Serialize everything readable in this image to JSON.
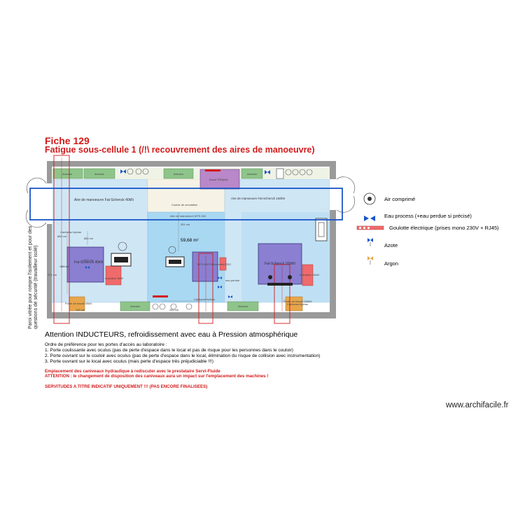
{
  "header": {
    "title": "Fiche 129",
    "subtitle": "Fatigue sous-cellule 1 (/!\\ recouvrement des aires de manoeuvre)"
  },
  "plan": {
    "zone_left": "Aire de manoeuvre Fat-Schenck 40kN",
    "zone_right": "Aire de manoeuvre Fat-Schenck 160kN",
    "corridor": "Couloir de circulation",
    "zone_mts": "Aire de manoeuvre MTS 810",
    "area": "59,68 m²",
    "machine_left": "Fat-Schenck 40kN",
    "machine_center": "MTS 810 Pétrochimie/CDC",
    "machine_right": "Fat-Schenck 160kN",
    "machine_top": "Essai TRD(kN)",
    "armoires": [
      "Armoire",
      "Armoire",
      "Armoire",
      "Armoire",
      "Armoire",
      "Armoire"
    ],
    "caniveau_left": "Caniveau hydrau",
    "caniveau_center": "Caniveau hydrau",
    "caniveau_right": "Caniveau hydrau",
    "inducteur_left": "Inducteur 5kW",
    "inducteur_right": "Inducteur 10kW",
    "poste_left": "Poste de travail 40kN",
    "poste_right": "Poste de travail 160kN",
    "eau_perdue": "eau perdue",
    "side_note": "Paroi vitrée pour rompre l'isolement et pour des questions de sécurité (travailleur isolé)",
    "dims": [
      "880 cm",
      "880 cm",
      "380 cm",
      "351 cm",
      "250 cm",
      "971 cm",
      "1100 cm",
      "145 cm"
    ]
  },
  "legend": {
    "items": [
      {
        "label": "Air comprimé",
        "icon": "air-comprime-icon"
      },
      {
        "label": "Eau process (+eau perdue si précisé)",
        "icon": "eau-process-icon"
      },
      {
        "label": "Goulotte électrique (prises mono 230V + RJ45)",
        "icon": "goulotte-icon"
      },
      {
        "label": "Azote",
        "icon": "azote-icon"
      },
      {
        "label": "Argon",
        "icon": "argon-icon"
      }
    ]
  },
  "notes": {
    "heading": "Attention INDUCTEURS, refroidissement avec eau à Pression atmosphérique",
    "lines": [
      "Ordre de préférence pour les portes d'accès au laboratoire :",
      "1. Porte coulissante avec oculus (pas de perte d'espace dans le local et pas de risque pour les personnes dans le couloir)",
      "2. Porte ouvrant sur le couloir avec oculus (pas de perte d'espace dans le local, élimination du risque de collision avec instrumentation)",
      "3. Porte ouvrant sur le local avec oculus (mais perte d'espace très préjudiciable !!!)"
    ],
    "warning1": "Emplacement des caniveaux hydraulique à rediscuter avec le prestataire Servi-Fluide",
    "warning2": "ATTENTION : le changement de disposition des caniveaux aura un impact sur l'emplacement des machines !",
    "servitudes": "SERVITUDES A TITRE INDICATIF UNIQUEMENT !!! (PAS ENCORE FINALISEES)"
  },
  "footer": {
    "watermark": "www.archifacile.fr"
  },
  "colors": {
    "title_red": "#d21a1a",
    "blue_outline": "#1a55c8",
    "zone_blue": "#cfe6f5",
    "zone_blue2": "#a9d8f2",
    "armoire_green": "#8ec48a",
    "machine_purple": "#8a7fd1",
    "inducteur_red": "#ef6a6a",
    "poste_orange": "#e8a64a",
    "wall_gray": "#9a9a9a"
  }
}
